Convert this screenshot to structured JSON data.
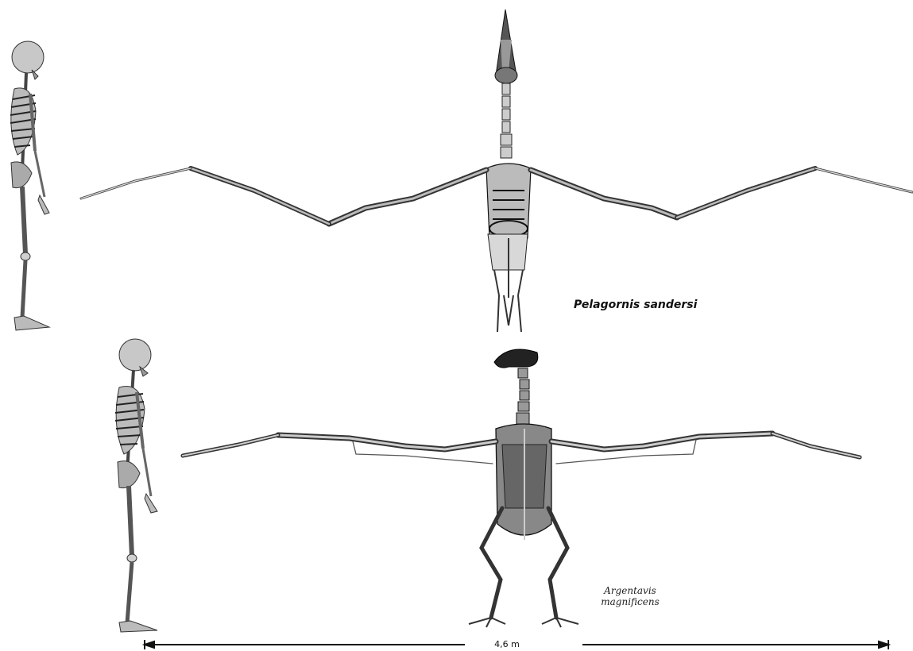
{
  "species": {
    "pelagornis": {
      "name": "Pelagornis sandersi"
    },
    "argentavis": {
      "name_line1": "Argentavis",
      "name_line2": "magnificens"
    }
  },
  "scale_bar": {
    "label": "4,6 m"
  },
  "colors": {
    "bone": "#d9d9d9",
    "bone_dark": "#3a3a3a",
    "ink": "#111111",
    "background": "#ffffff"
  }
}
